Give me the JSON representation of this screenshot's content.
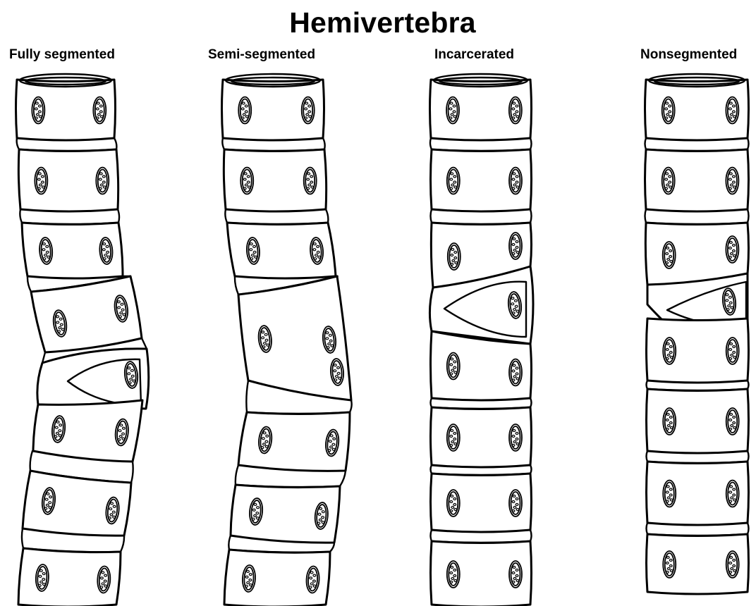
{
  "title": "Hemivertebra",
  "panels": [
    {
      "label": "Fully segmented",
      "type": "fully-segmented"
    },
    {
      "label": "Semi-segmented",
      "type": "semi-segmented"
    },
    {
      "label": "Incarcerated",
      "type": "incarcerated"
    },
    {
      "label": "Nonsegmented",
      "type": "nonsegmented"
    }
  ],
  "colors": {
    "ink": "#000000",
    "background": "#ffffff"
  }
}
